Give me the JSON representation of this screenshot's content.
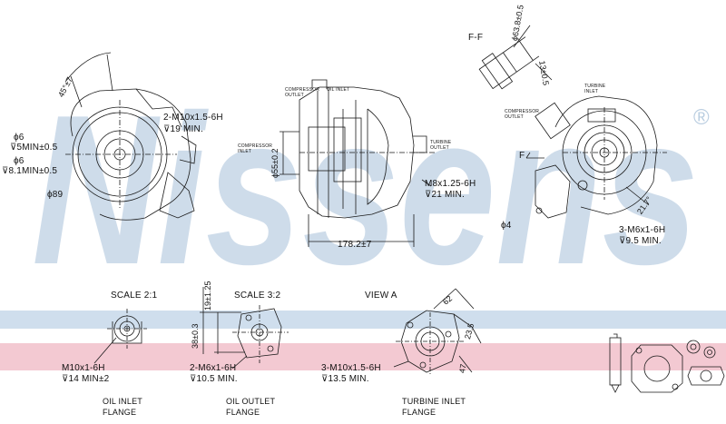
{
  "watermark": {
    "brand": "Nissens",
    "mark": "®",
    "color": "#b8cbe0",
    "band_blue": "#cfdeed",
    "band_pink": "#f3c9d2"
  },
  "top_left": {
    "angle": "45°±7",
    "thread1": "2-M10x1.5-6H",
    "depth1": "⊽19 MIN.",
    "phi6a": "ϕ6",
    "depth5": "⊽5MIN±0.5",
    "phi6b": "ϕ6",
    "depth8": "⊽8.1MIN±0.5",
    "phi89": "ϕ89"
  },
  "top_center": {
    "compressor_outlet": "COMPRESSOR OUTLET",
    "oil_inlet": "OIL INLET",
    "compressor_inlet": "COMPRESSOR INLET",
    "turbine_outlet": "TURBINE OUTLET",
    "phi55": "ϕ55±0.2",
    "thread": "M8x1.25-6H",
    "depth": "⊽21 MIN.",
    "length": "178.2±7"
  },
  "top_right": {
    "section": "F-F",
    "phi63": "ϕ63.8±0.5",
    "dim13": "13±0.5",
    "turbine_inlet": "TURBINE INLET",
    "compressor_outlet": "COMPRESSOR OUTLET",
    "f_label": "F",
    "angle": "21.7°",
    "phi4": "ϕ4",
    "thread": "3-M6x1-6H",
    "depth": "⊽9.5 MIN."
  },
  "bottom": {
    "scale21": "SCALE 2:1",
    "scale32": "SCALE 3:2",
    "view_a": "VIEW A",
    "oil_in_thread": "M10x1-6H",
    "oil_in_depth": "⊽14 MIN±2",
    "oil_in_cap1": "OIL INLET",
    "oil_in_cap2": "FLANGE",
    "dim19": "19±1.25",
    "dim38": "38±0.3",
    "oil_out_thread": "2-M6x1-6H",
    "oil_out_depth": "⊽10.5 MIN.",
    "oil_out_cap1": "OIL OUTLET",
    "oil_out_cap2": "FLANGE",
    "dim62": "62",
    "dim235": "23.5",
    "dim47": "47",
    "turb_thread": "3-M10x1.5-6H",
    "turb_depth": "⊽13.5 MIN.",
    "turb_cap1": "TURBINE INLET",
    "turb_cap2": "FLANGE"
  }
}
